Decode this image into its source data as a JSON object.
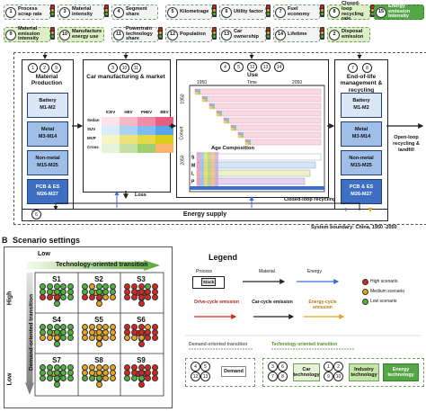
{
  "colors": {
    "high": "#d7261e",
    "medium": "#e8a41c",
    "low": "#4db33d",
    "material": "#222222",
    "energy": "#3b6fd6",
    "demand_border": "#888888",
    "tech_border": "#6ea05a",
    "energy_green": "#55a646"
  },
  "top_row1": [
    {
      "num": "1",
      "text": "Process scrap rate",
      "tl": [
        "low",
        "medium",
        "high"
      ]
    },
    {
      "num": "3",
      "text": "Material intensity",
      "tl": [
        "high",
        "medium",
        "low"
      ]
    },
    {
      "num": "4",
      "text": "Segment share",
      "tl": []
    },
    {
      "num": "5",
      "text": "Kilometrage",
      "tl": [
        "high",
        "medium",
        "low"
      ]
    },
    {
      "num": "6",
      "text": "Utility factor",
      "tl": [
        "high",
        "medium",
        "low"
      ]
    },
    {
      "num": "7",
      "text": "Fuel economy",
      "tl": [
        "high",
        "medium",
        "low"
      ]
    },
    {
      "num": "8",
      "text": "Closed-loop recycling rate",
      "tl": [
        "high",
        "medium",
        "low"
      ]
    },
    {
      "num": "15",
      "text": "Energy emission intensity",
      "tl": []
    }
  ],
  "top_row2": [
    {
      "num": "9",
      "text": "Material emission intensity",
      "tl": [
        "high",
        "medium",
        "low"
      ]
    },
    {
      "num": "10",
      "text": "Manufacture energy use",
      "tl": []
    },
    {
      "num": "11",
      "text": "Powertrain technology share",
      "tl": [
        "high",
        "medium",
        "low"
      ]
    },
    {
      "num": "12",
      "text": "Population",
      "tl": [
        "high",
        "medium",
        "low"
      ]
    },
    {
      "num": "13",
      "text": "Car ownership",
      "tl": [
        "high",
        "medium",
        "low"
      ]
    },
    {
      "num": "14",
      "text": "Lifetime",
      "tl": [
        "high",
        "medium",
        "low"
      ]
    },
    {
      "num": "2",
      "text": "Disposal emission",
      "tl": []
    }
  ],
  "material": {
    "title": "Material Production",
    "circles": [
      "1",
      "2",
      "9"
    ],
    "items": [
      {
        "name": "Battery",
        "code": "M1-M2",
        "level": "l1"
      },
      {
        "name": "Metal",
        "code": "M3-M14",
        "level": "l2"
      },
      {
        "name": "Non-metal",
        "code": "M15-M25",
        "level": "l2"
      },
      {
        "name": "PCB & ES",
        "code": "M26-M27",
        "level": "l3"
      }
    ]
  },
  "manufacturing": {
    "title": "Car manufacturing & market",
    "circles": [
      "3",
      "10",
      "11"
    ],
    "cols": [
      "ICEV",
      "HEV",
      "PHEV",
      "BEV"
    ],
    "rows": [
      "Sedan",
      "SUV",
      "MVP",
      "Cross"
    ],
    "loss": "Loss"
  },
  "use": {
    "title": "Use",
    "circles": [
      "4",
      "5",
      "12",
      "13",
      "14"
    ],
    "x_start": "1950",
    "x_mid": "Time",
    "x_end": "2050",
    "y_top": "1950",
    "y_label": "Cohort",
    "y_bottom": "2050",
    "age": "Age Composition",
    "segments": [
      "S",
      "M",
      "L",
      "P"
    ],
    "closed_loop": "Closed-loop recycling"
  },
  "eol": {
    "title": "End-of-life management & recycling",
    "circles": [
      "7",
      "8"
    ],
    "items": [
      {
        "name": "Battery",
        "code": "M1-M2",
        "level": "l1"
      },
      {
        "name": "Metal",
        "code": "M3-M14",
        "level": "l2"
      },
      {
        "name": "Non-metal",
        "code": "M15-M25",
        "level": "l2"
      },
      {
        "name": "PCB & ES",
        "code": "M26-M27",
        "level": "l3"
      }
    ]
  },
  "open_loop": "Open-loop recycling & landfill",
  "energy_supply": {
    "num": "6",
    "label": "Energy supply"
  },
  "system_boundary": "System boundary: China, 1950 -2050",
  "section_b": {
    "letter": "B",
    "title": "Scenario settings"
  },
  "grid": {
    "low_top": "Low",
    "tech_axis": "Technology-oriented transition",
    "high": "High",
    "demand_axis": "Demand-oriented transition",
    "low_left": "Low",
    "scenarios": [
      {
        "name": "S1",
        "rows": [
          [
            "low",
            "low",
            "low",
            "low",
            "low",
            "medium",
            "low"
          ],
          [
            "low",
            "low",
            "low",
            "low",
            "low",
            "low"
          ],
          [
            "high",
            "high",
            "high",
            "low",
            "low",
            "low"
          ]
        ]
      },
      {
        "name": "S2",
        "rows": [
          [
            "low",
            "medium",
            "low",
            "low",
            "low",
            "medium",
            "low"
          ],
          [
            "low",
            "low",
            "low",
            "low",
            "low",
            "low"
          ],
          [
            "high",
            "high",
            "high",
            "medium",
            "medium",
            "medium"
          ]
        ]
      },
      {
        "name": "S3",
        "rows": [
          [
            "high",
            "high",
            "high",
            "low",
            "high",
            "high",
            "high"
          ],
          [
            "high",
            "high",
            "high",
            "high",
            "high",
            "high"
          ],
          [
            "high",
            "high",
            "high",
            "high",
            "high",
            "high"
          ]
        ]
      },
      {
        "name": "S4",
        "rows": [
          [
            "low",
            "low",
            "low",
            "low",
            "low",
            "medium",
            "low"
          ],
          [
            "low",
            "low",
            "low",
            "low",
            "low",
            "low"
          ],
          [
            "medium",
            "medium",
            "medium",
            "low",
            "low",
            "low"
          ]
        ]
      },
      {
        "name": "S5",
        "rows": [
          [
            "medium",
            "medium",
            "medium",
            "medium",
            "medium",
            "medium",
            "medium"
          ],
          [
            "medium",
            "medium",
            "medium",
            "medium",
            "medium",
            "medium"
          ],
          [
            "medium",
            "medium",
            "medium",
            "medium",
            "medium",
            "medium"
          ]
        ]
      },
      {
        "name": "S6",
        "rows": [
          [
            "high",
            "high",
            "high",
            "medium",
            "high",
            "high",
            "high"
          ],
          [
            "high",
            "high",
            "high",
            "high",
            "high",
            "high"
          ],
          [
            "medium",
            "medium",
            "medium",
            "high",
            "high",
            "high"
          ]
        ]
      },
      {
        "name": "S7",
        "rows": [
          [
            "low",
            "low",
            "low",
            "low",
            "low",
            "medium",
            "low"
          ],
          [
            "low",
            "low",
            "low",
            "low",
            "low",
            "low"
          ],
          [
            "low",
            "low",
            "low",
            "low",
            "low",
            "low"
          ]
        ]
      },
      {
        "name": "S8",
        "rows": [
          [
            "medium",
            "medium",
            "medium",
            "medium",
            "medium",
            "medium",
            "medium"
          ],
          [
            "medium",
            "medium",
            "medium",
            "medium",
            "medium",
            "medium"
          ],
          [
            "low",
            "low",
            "low",
            "medium",
            "medium",
            "medium"
          ]
        ]
      },
      {
        "name": "S9",
        "rows": [
          [
            "high",
            "high",
            "high",
            "high",
            "high",
            "high",
            "high"
          ],
          [
            "high",
            "high",
            "high",
            "high",
            "high",
            "high"
          ],
          [
            "low",
            "low",
            "low",
            "high",
            "high",
            "high"
          ]
        ]
      }
    ]
  },
  "legend": {
    "title": "Legend",
    "process": "Process",
    "stock": "Stock",
    "material": "Material",
    "energy": "Energy",
    "high": "High scenario",
    "medium": "Medium scenario",
    "low": "Low scenario",
    "drive": "Drive-cycle emission",
    "car": "Car-cycle emission",
    "energy_cycle": "Energy-cycle emission",
    "demand_transition": "Demand-oriented transition",
    "tech_transition": "Technology-oriented transition",
    "demand_circles": [
      "4",
      "5",
      "12",
      "13"
    ],
    "demand": "Demand",
    "tech_circles_car": [
      "3",
      "6",
      "7",
      "8"
    ],
    "car_tech": "Car technology",
    "industry_circles": [
      "1",
      "2",
      "9",
      "10"
    ],
    "industry_tech": "Industry technology",
    "energy_tech": "Energy technology"
  }
}
